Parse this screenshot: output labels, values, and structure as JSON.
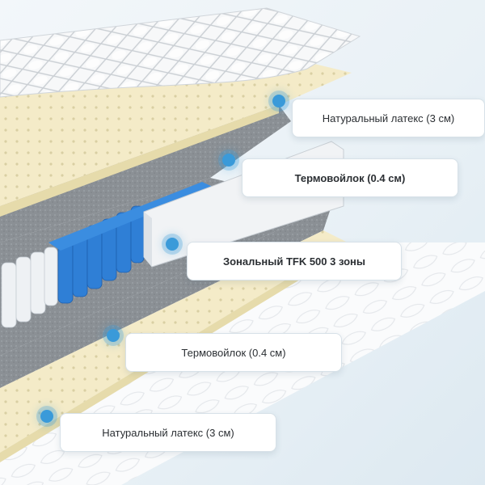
{
  "layers": [
    {
      "label": "Натуральный латекс (3 см)",
      "bold": false
    },
    {
      "label": "Термовойлок (0.4 см)",
      "bold": true
    },
    {
      "label": "Зональный TFK 500 3 зоны",
      "bold": true
    },
    {
      "label": "Термовойлок (0.4 см)",
      "bold": false
    },
    {
      "label": "Натуральный латекс (3 см)",
      "bold": false
    }
  ],
  "colors": {
    "latex": "#f4ebc8",
    "felt": "#8a8f94",
    "spring_zone_blue": "#2f7fd6",
    "spring_white": "#f2f4f6",
    "marker": "#3a9ad9"
  }
}
